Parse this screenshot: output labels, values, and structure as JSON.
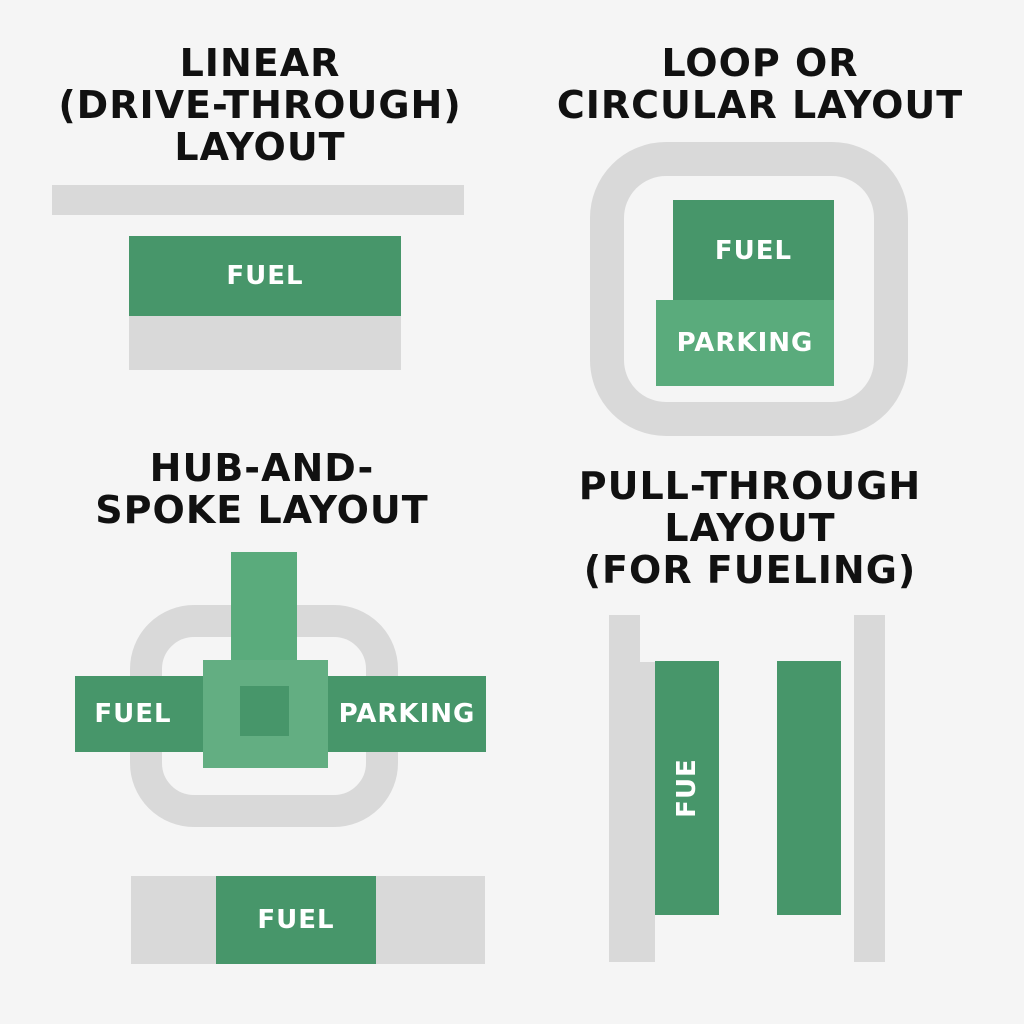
{
  "colors": {
    "background": "#f5f5f5",
    "road": "#d9d9d9",
    "fuel_green": "#47966a",
    "parking_green": "#5aab7c",
    "title_text": "#111111",
    "label_text": "#ffffff"
  },
  "panels": {
    "linear": {
      "title_lines": [
        "LINEAR",
        "(DRIVE-THROUGH)",
        "LAYOUT"
      ],
      "fuel_label": "FUEL"
    },
    "loop": {
      "title_lines": [
        "LOOP OR",
        "CIRCULAR LAYOUT"
      ],
      "fuel_label": "FUEL",
      "parking_label": "PARKING"
    },
    "hub": {
      "title_lines": [
        "HUB-AND-",
        "SPOKE LAYOUT"
      ],
      "fuel_label": "FUEL",
      "parking_label": "PARKING",
      "bottom_fuel_label": "FUEL"
    },
    "pull_through": {
      "title_lines": [
        "PULL-THROUGH",
        "LAYOUT",
        "(FOR FUELING)"
      ],
      "lane_label": "FUE"
    }
  }
}
